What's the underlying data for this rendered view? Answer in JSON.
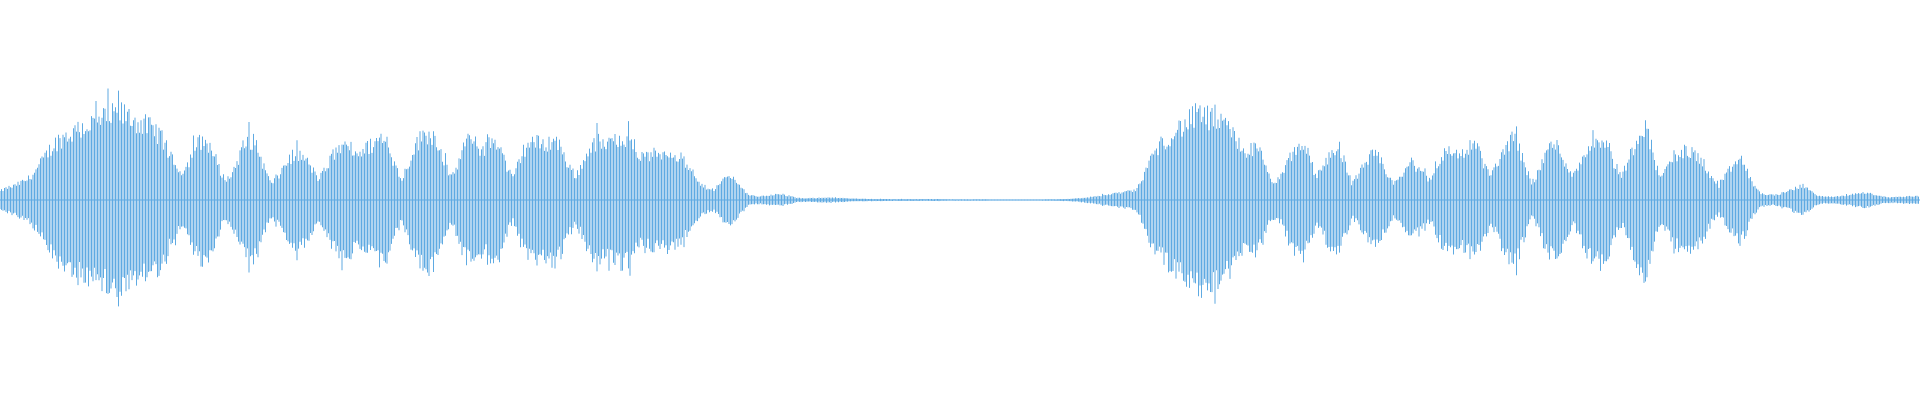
{
  "waveform": {
    "color": "#5faae2",
    "background": "#ffffff",
    "envelope_top": [
      0.05,
      0.07,
      0.08,
      0.1,
      0.12,
      0.16,
      0.22,
      0.28,
      0.33,
      0.36,
      0.38,
      0.4,
      0.42,
      0.44,
      0.45,
      0.47,
      0.48,
      0.5,
      0.49,
      0.47,
      0.45,
      0.43,
      0.41,
      0.38,
      0.3,
      0.22,
      0.16,
      0.2,
      0.3,
      0.34,
      0.33,
      0.25,
      0.14,
      0.12,
      0.2,
      0.3,
      0.35,
      0.32,
      0.2,
      0.1,
      0.12,
      0.2,
      0.25,
      0.26,
      0.24,
      0.18,
      0.12,
      0.18,
      0.26,
      0.3,
      0.3,
      0.28,
      0.28,
      0.3,
      0.33,
      0.36,
      0.3,
      0.2,
      0.12,
      0.22,
      0.32,
      0.37,
      0.39,
      0.35,
      0.24,
      0.12,
      0.2,
      0.32,
      0.35,
      0.3,
      0.3,
      0.34,
      0.34,
      0.2,
      0.12,
      0.24,
      0.32,
      0.34,
      0.32,
      0.33,
      0.35,
      0.3,
      0.2,
      0.14,
      0.2,
      0.3,
      0.34,
      0.32,
      0.31,
      0.36,
      0.38,
      0.32,
      0.27,
      0.24,
      0.26,
      0.27,
      0.27,
      0.28,
      0.25,
      0.2,
      0.14,
      0.09,
      0.07,
      0.06,
      0.1,
      0.14,
      0.12,
      0.07,
      0.03,
      0.022,
      0.022,
      0.028,
      0.032,
      0.03,
      0.02,
      0.012,
      0.01,
      0.011,
      0.013,
      0.014,
      0.013,
      0.012,
      0.01,
      0.008,
      0.007,
      0.006,
      0.006,
      0.006,
      0.006,
      0.005,
      0.005,
      0.005,
      0.005,
      0.005,
      0.005,
      0.005,
      0.005,
      0.004,
      0.004,
      0.004,
      0.004,
      0.004,
      0.004,
      0.003,
      0.003,
      0.003,
      0.002,
      0.002,
      0.002,
      0.002,
      0.003,
      0.004,
      0.004,
      0.005,
      0.006,
      0.008,
      0.012,
      0.016,
      0.02,
      0.026,
      0.032,
      0.038,
      0.045,
      0.05,
      0.06,
      0.14,
      0.24,
      0.3,
      0.34,
      0.38,
      0.41,
      0.44,
      0.47,
      0.5,
      0.48,
      0.46,
      0.44,
      0.42,
      0.38,
      0.3,
      0.28,
      0.3,
      0.26,
      0.14,
      0.1,
      0.14,
      0.24,
      0.3,
      0.32,
      0.24,
      0.12,
      0.2,
      0.28,
      0.3,
      0.22,
      0.1,
      0.14,
      0.22,
      0.26,
      0.24,
      0.16,
      0.1,
      0.12,
      0.2,
      0.2,
      0.18,
      0.12,
      0.16,
      0.26,
      0.28,
      0.27,
      0.27,
      0.3,
      0.32,
      0.22,
      0.14,
      0.2,
      0.3,
      0.35,
      0.33,
      0.2,
      0.1,
      0.16,
      0.28,
      0.32,
      0.3,
      0.2,
      0.14,
      0.22,
      0.3,
      0.34,
      0.36,
      0.32,
      0.2,
      0.14,
      0.24,
      0.34,
      0.44,
      0.36,
      0.18,
      0.14,
      0.22,
      0.26,
      0.28,
      0.27,
      0.25,
      0.2,
      0.12,
      0.08,
      0.14,
      0.2,
      0.24,
      0.18,
      0.08,
      0.04,
      0.03,
      0.03,
      0.035,
      0.05,
      0.07,
      0.08,
      0.06,
      0.03,
      0.02,
      0.018,
      0.02,
      0.025,
      0.03,
      0.038,
      0.042,
      0.035,
      0.025,
      0.018,
      0.016,
      0.018,
      0.02,
      0.022,
      0.022
    ]
  }
}
